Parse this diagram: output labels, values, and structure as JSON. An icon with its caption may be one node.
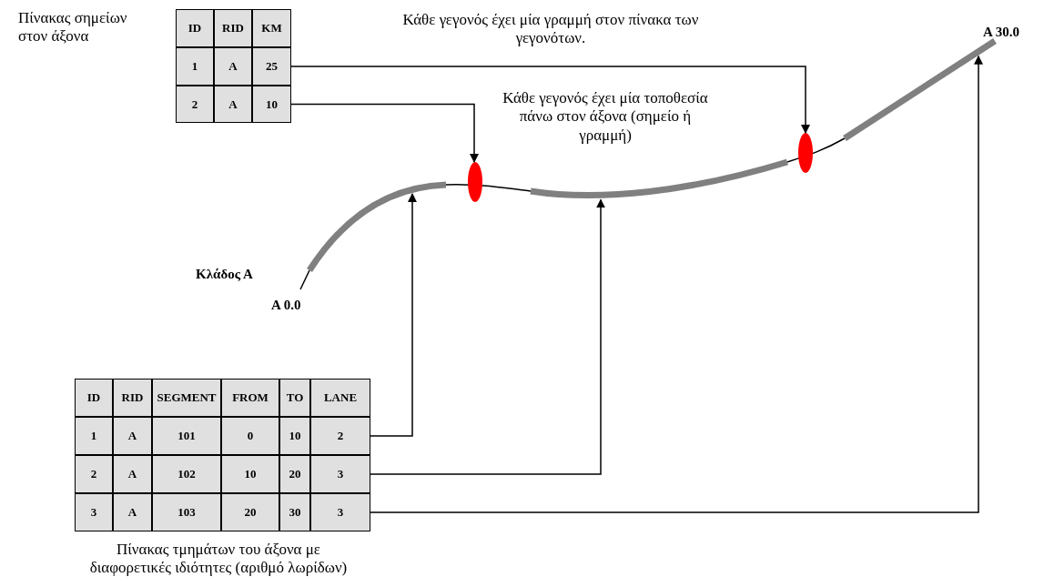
{
  "diagram": {
    "nodes": [
      {
        "text": [
          "1",
          "A",
          "25"
        ]
      },
      {
        "text": [
          "2",
          "A",
          "10"
        ]
      },
      {
        "text": [],
        "shape": "ellipse"
      },
      {
        "text": [],
        "shape": "ellipse"
      },
      {
        "text": [
          "1",
          "A",
          "101",
          "0",
          "10",
          "2"
        ]
      },
      {
        "text": [
          "2",
          "A",
          "102",
          "10",
          "20",
          "3"
        ]
      },
      {
        "text": [
          "3",
          "A",
          "103",
          "20",
          "30",
          "3"
        ]
      },
      {
        "text": [],
        "shape": "line"
      },
      {
        "text": [],
        "shape": "line"
      },
      {
        "text": [],
        "shape": "line"
      }
    ],
    "edges": [
      {
        "from": 0,
        "to": 3,
        "arrow": "to"
      },
      {
        "from": 1,
        "to": 2,
        "arrow": "to"
      },
      {
        "from": 4,
        "to": 7,
        "arrow": "to"
      },
      {
        "from": 5,
        "to": 8,
        "arrow": "to"
      },
      {
        "from": 6,
        "to": 9,
        "arrow": "to"
      }
    ],
    "labels": [
      "Πίνακας σημείων στον άξονα",
      "ID",
      "RID",
      "KM",
      "Κάθε γεγονός έχει μία γραμμή στον πίνακα των γεγονότων.",
      "A 30.0",
      "Κάθε γεγονός έχει μία τοποθεσία πάνω στον άξονα (σημείο ή γραμμή)",
      "Κλάδος Α",
      "A 0.0",
      "ID",
      "RID",
      "SEGMENT",
      "FROM",
      "TO",
      "LANE",
      "Πίνακας τμημάτων του άξονα με διαφορετικές ιδιότητες (αριθμό λωρίδων)"
    ]
  }
}
